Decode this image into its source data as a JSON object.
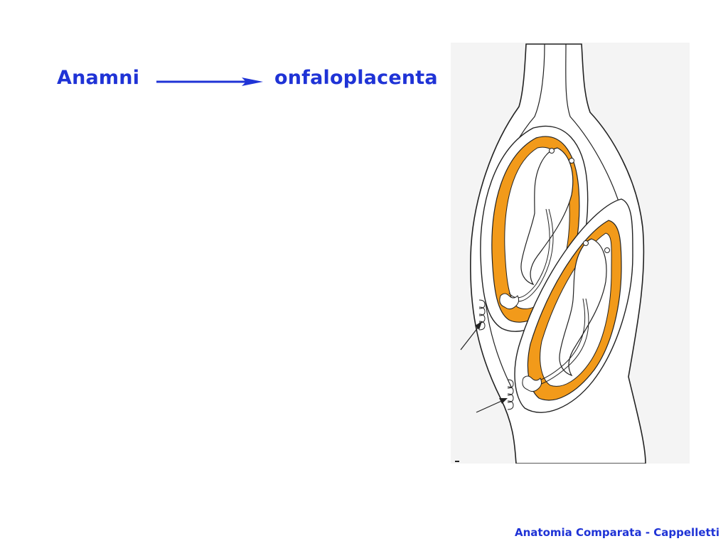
{
  "slide": {
    "title_left": "Anamni",
    "title_right": "onfaloplacenta",
    "footer": "Anatomia Comparata - Cappelletti"
  },
  "colors": {
    "text_accent": "#1f33d6",
    "yolk_orange": "#f29a1a",
    "outline": "#222222"
  },
  "figure": {
    "description_icon": "embryo-diagram",
    "arrows_count_icon": "pointer-arrow-icon"
  }
}
